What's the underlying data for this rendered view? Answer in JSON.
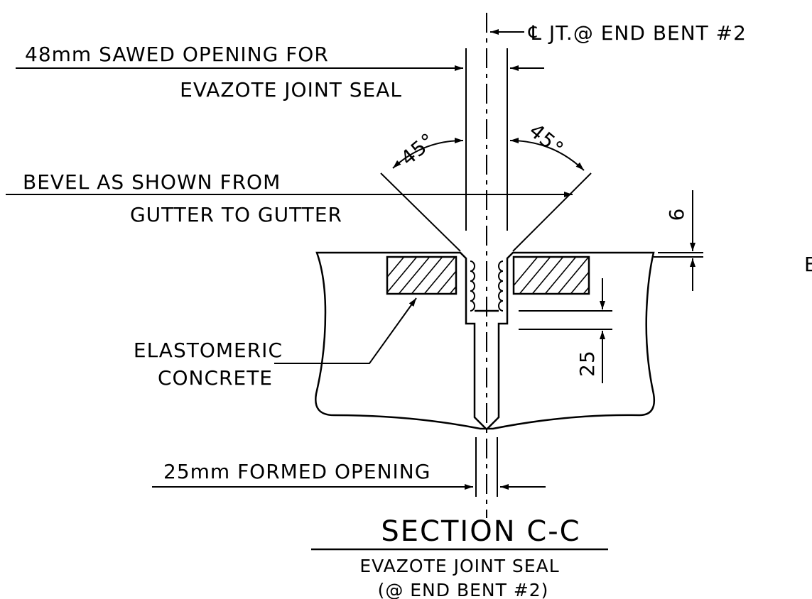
{
  "labels": {
    "centerline_joint": "℄ JT.@ END BENT #2",
    "sawed_opening_line1": "48mm SAWED OPENING FOR",
    "sawed_opening_line2": "EVAZOTE JOINT SEAL",
    "bevel_line1": "BEVEL AS SHOWN FROM",
    "bevel_line2": "GUTTER TO GUTTER",
    "angle_left": "45°",
    "angle_right": "45°",
    "dim_top": "6",
    "dim_depth": "25",
    "elastomeric_line1": "ELASTOMERIC",
    "elastomeric_line2": "CONCRETE",
    "formed_opening": "25mm FORMED OPENING",
    "edge_partial": "E"
  },
  "title": {
    "main": "SECTION C-C",
    "sub": "EVAZOTE JOINT SEAL",
    "note": "(@ END BENT #2)"
  },
  "colors": {
    "ink": "#000000",
    "paper": "#ffffff"
  }
}
